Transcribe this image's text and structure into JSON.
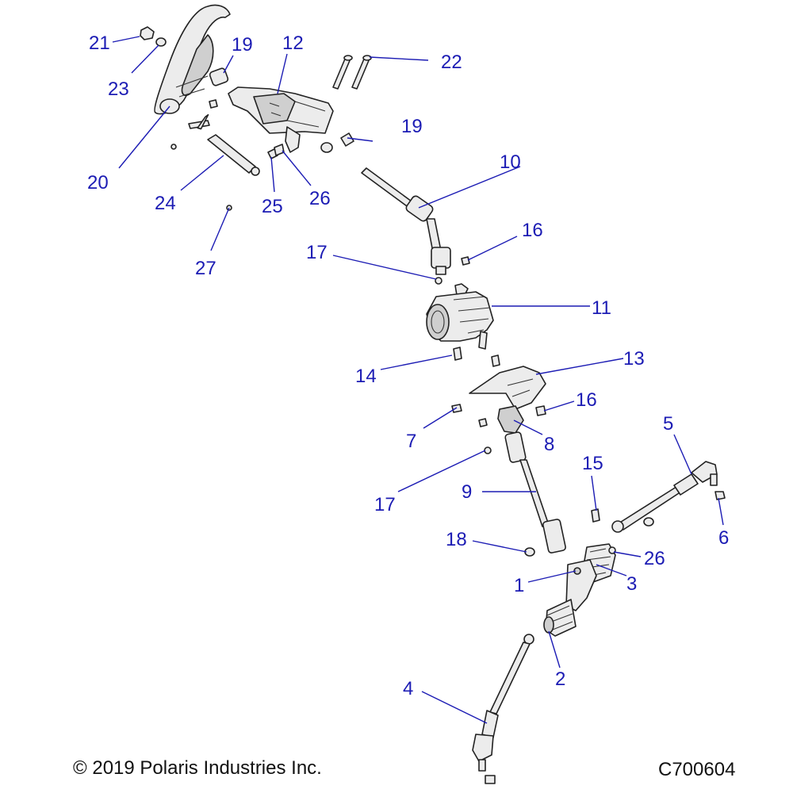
{
  "diagram": {
    "footer": {
      "copyright": "© 2019 Polaris Industries Inc.",
      "drawing_id": "C700604"
    },
    "callouts": [
      "21",
      "19",
      "12",
      "23",
      "22",
      "19",
      "10",
      "20",
      "24",
      "25",
      "26",
      "27",
      "16",
      "17",
      "11",
      "14",
      "13",
      "16",
      "7",
      "8",
      "5",
      "15",
      "17",
      "9",
      "6",
      "18",
      "26",
      "1",
      "3",
      "2",
      "4"
    ],
    "colors": {
      "callout": "#1c1cb4",
      "line": "#222222",
      "part_fill": "#ececec"
    }
  }
}
